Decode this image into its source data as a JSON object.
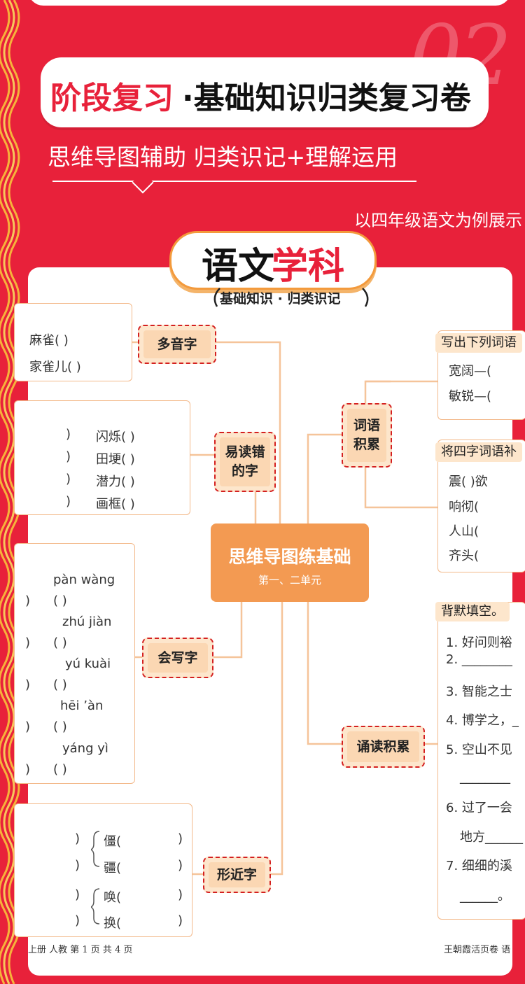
{
  "header": {
    "big_number": "02",
    "title_red": "阶段复习",
    "title_black": "·基础知识归类复习卷",
    "subtitle": "思维导图辅助  归类识记+理解运用",
    "note": "以四年级语文为例展示"
  },
  "subject": {
    "label_black": "语文",
    "label_red": "学科",
    "ribbon": "基础知识 · 归类识记"
  },
  "center": {
    "title": "思维导图练基础",
    "subtitle": "第一、二单元"
  },
  "nodes": {
    "polyphone": "多音字",
    "misread": "易读错的字",
    "write": "会写字",
    "similar": "形近字",
    "vocab": "词语积累",
    "recite": "诵读积累"
  },
  "polyphone_box": [
    "麻雀(          )",
    "家雀儿(          )"
  ],
  "misread_box": {
    "left": [
      ")",
      ")",
      ")",
      ")"
    ],
    "right": [
      "闪烁(          )",
      "田埂(          )",
      "潜力(          )",
      "画框(          )"
    ]
  },
  "write_box": {
    "pinyin": [
      "pàn wàng",
      "zhú jiàn",
      "yú kuài",
      "hēi ’àn",
      "yáng yì"
    ],
    "paren": "(               )",
    "left": ")"
  },
  "similar_box": {
    "left": [
      ")",
      ")",
      ")",
      ")"
    ],
    "chars": [
      "僵(",
      "疆(",
      "唤(",
      "换("
    ],
    "close": ")"
  },
  "vocab_box1": {
    "header": "写出下列词语",
    "items": [
      "宽阔—(",
      "敏锐—("
    ]
  },
  "vocab_box2": {
    "header": "将四字词语补",
    "items": [
      "震(        )欲",
      "响彻(       ",
      "人山(       ",
      "齐头(       "
    ]
  },
  "recite_box": {
    "header": "背默填空。",
    "items": [
      "1. 好问则裕",
      "2. ________",
      "3. 智能之士",
      "4. 博学之，_",
      "5. 空山不见",
      "________",
      "6. 过了一会",
      "地方______",
      "7. 细细的溪",
      "______。"
    ]
  },
  "footer": {
    "left": "上册    人教    第 1 页    共 4 页",
    "right": "王朝霞活页卷    语"
  },
  "colors": {
    "red": "#e8213a",
    "orange": "#f39a52",
    "peach": "#fde6cc",
    "line": "#f5c49a"
  }
}
